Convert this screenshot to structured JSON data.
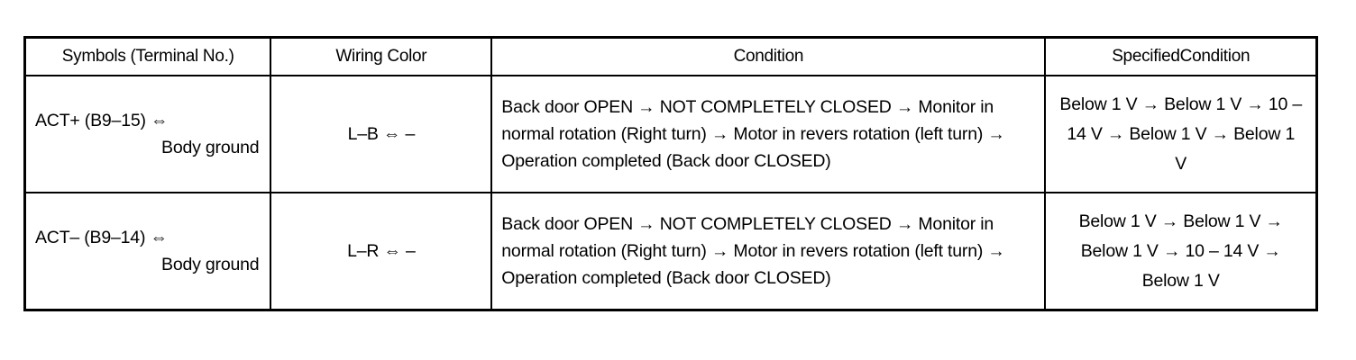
{
  "table": {
    "headers": {
      "symbols": "Symbols (Terminal No.)",
      "wiring_color": "Wiring Color",
      "condition": "Condition",
      "specified_condition": "SpecifiedCondition"
    },
    "rows": [
      {
        "symbol_line1": "ACT+ (B9–15) ⇔",
        "symbol_line2": "Body ground",
        "wiring_color": "L–B ⇔ –",
        "condition": "Back door OPEN → NOT COMPLETELY CLOSED → Monitor in normal rotation (Right turn) →  Motor in revers rotation (left turn) → Operation completed (Back door CLOSED)",
        "specified_condition": "Below 1 V → Below 1 V → 10 – 14 V → Below 1 V → Below 1 V"
      },
      {
        "symbol_line1": "ACT– (B9–14) ⇔",
        "symbol_line2": "Body ground",
        "wiring_color": "L–R ⇔ –",
        "condition": "Back door OPEN → NOT COMPLETELY CLOSED → Monitor in normal rotation (Right turn) →  Motor in revers rotation (left turn) → Operation completed (Back door CLOSED)",
        "specified_condition": "Below 1 V → Below 1 V → Below 1 V → 10 – 14 V → Below 1 V"
      }
    ]
  }
}
